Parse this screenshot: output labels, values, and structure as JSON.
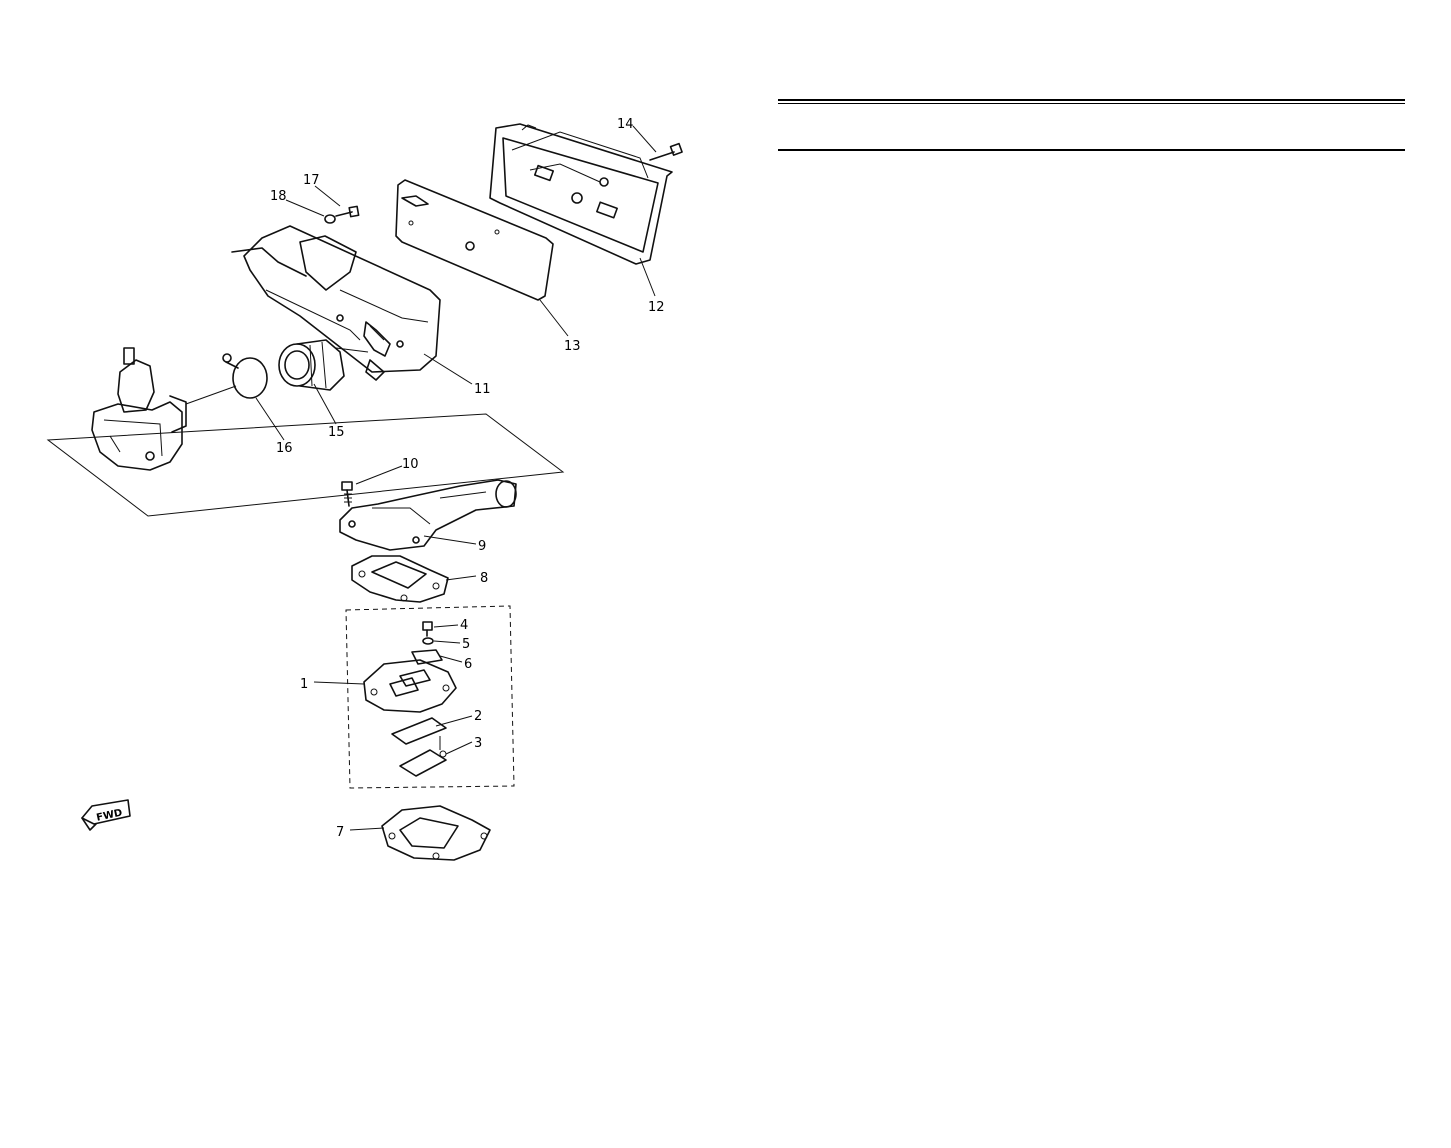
{
  "diagram": {
    "callouts": [
      "1",
      "2",
      "3",
      "4",
      "5",
      "6",
      "7",
      "8",
      "9",
      "10",
      "11",
      "12",
      "13",
      "14",
      "15",
      "16",
      "17",
      "18"
    ],
    "fwd_marker": "FWD"
  }
}
